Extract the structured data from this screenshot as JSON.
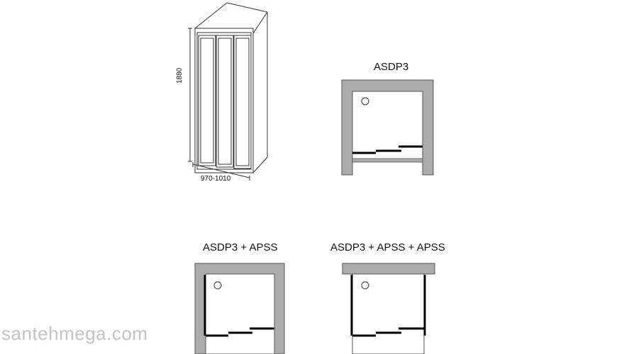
{
  "product_drawing": {
    "height_dimension": "1880",
    "width_dimension": "970-1010"
  },
  "configurations": [
    {
      "label": "ASDP3"
    },
    {
      "label": "ASDP3 + APSS"
    },
    {
      "label": "ASDP3 + APSS + APSS"
    }
  ],
  "watermark": "santehmega.com",
  "colors": {
    "wall_fill": "#ababab",
    "wall_stroke": "#555555",
    "door_line": "#000000",
    "interior": "#ffffff"
  }
}
